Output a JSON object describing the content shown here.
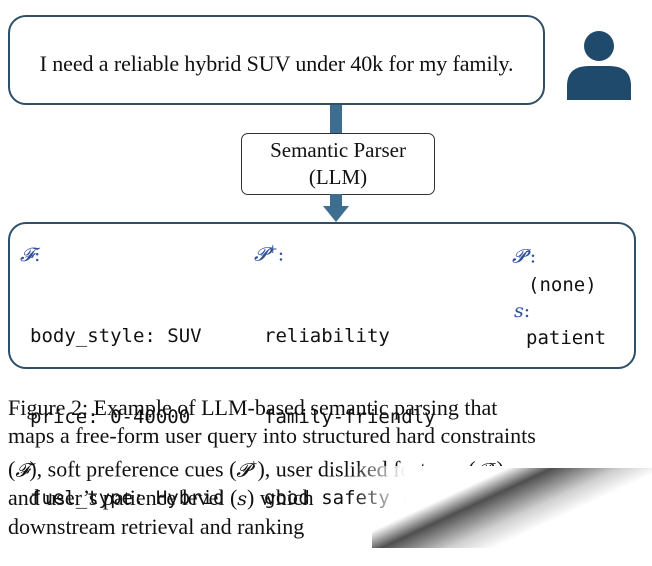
{
  "query": {
    "text": "I need a reliable hybrid SUV under 40k for my family."
  },
  "parser": {
    "line1": "Semantic Parser",
    "line2": "(LLM)"
  },
  "output": {
    "F": {
      "symbol": "𝓕",
      "suffix": ":",
      "lines": [
        "body_style: SUV",
        "price: 0-40000",
        "fuel_type: Hybrid"
      ]
    },
    "P_plus": {
      "symbol": "𝓟",
      "sup": "+",
      "suffix": ":",
      "lines": [
        "reliability",
        "family-friendly",
        "good safety rating"
      ]
    },
    "P_minus": {
      "symbol": "𝓟",
      "sup": "-",
      "suffix": ":",
      "lines": [
        "(none)"
      ]
    },
    "s": {
      "symbol": "s",
      "suffix": ":",
      "lines": [
        "patient"
      ]
    }
  },
  "caption": {
    "l1": "Figure 2: Example of LLM-based semantic parsing that",
    "l2": "maps a free-form user query into structured hard constraints",
    "l3_a": "(",
    "l3_F": "𝓕",
    "l3_b": "), soft preference cues (",
    "l3_P": "𝓟",
    "l3_sup": "+",
    "l3_c": "), user disliked features (",
    "l3_P2": "𝓟",
    "l3_sup2": "−",
    "l3_d": ")",
    "l4_a": "and user’s patience level (",
    "l4_s": "s",
    "l4_b": ") which",
    "l5": "downstream retrieval and ranking"
  },
  "colors": {
    "box_border": "#2f4f68",
    "arrow": "#3d6e8f",
    "avatar": "#1f4a6b",
    "symbol": "#2f4f9a"
  },
  "icons": {
    "user": "person-icon"
  }
}
